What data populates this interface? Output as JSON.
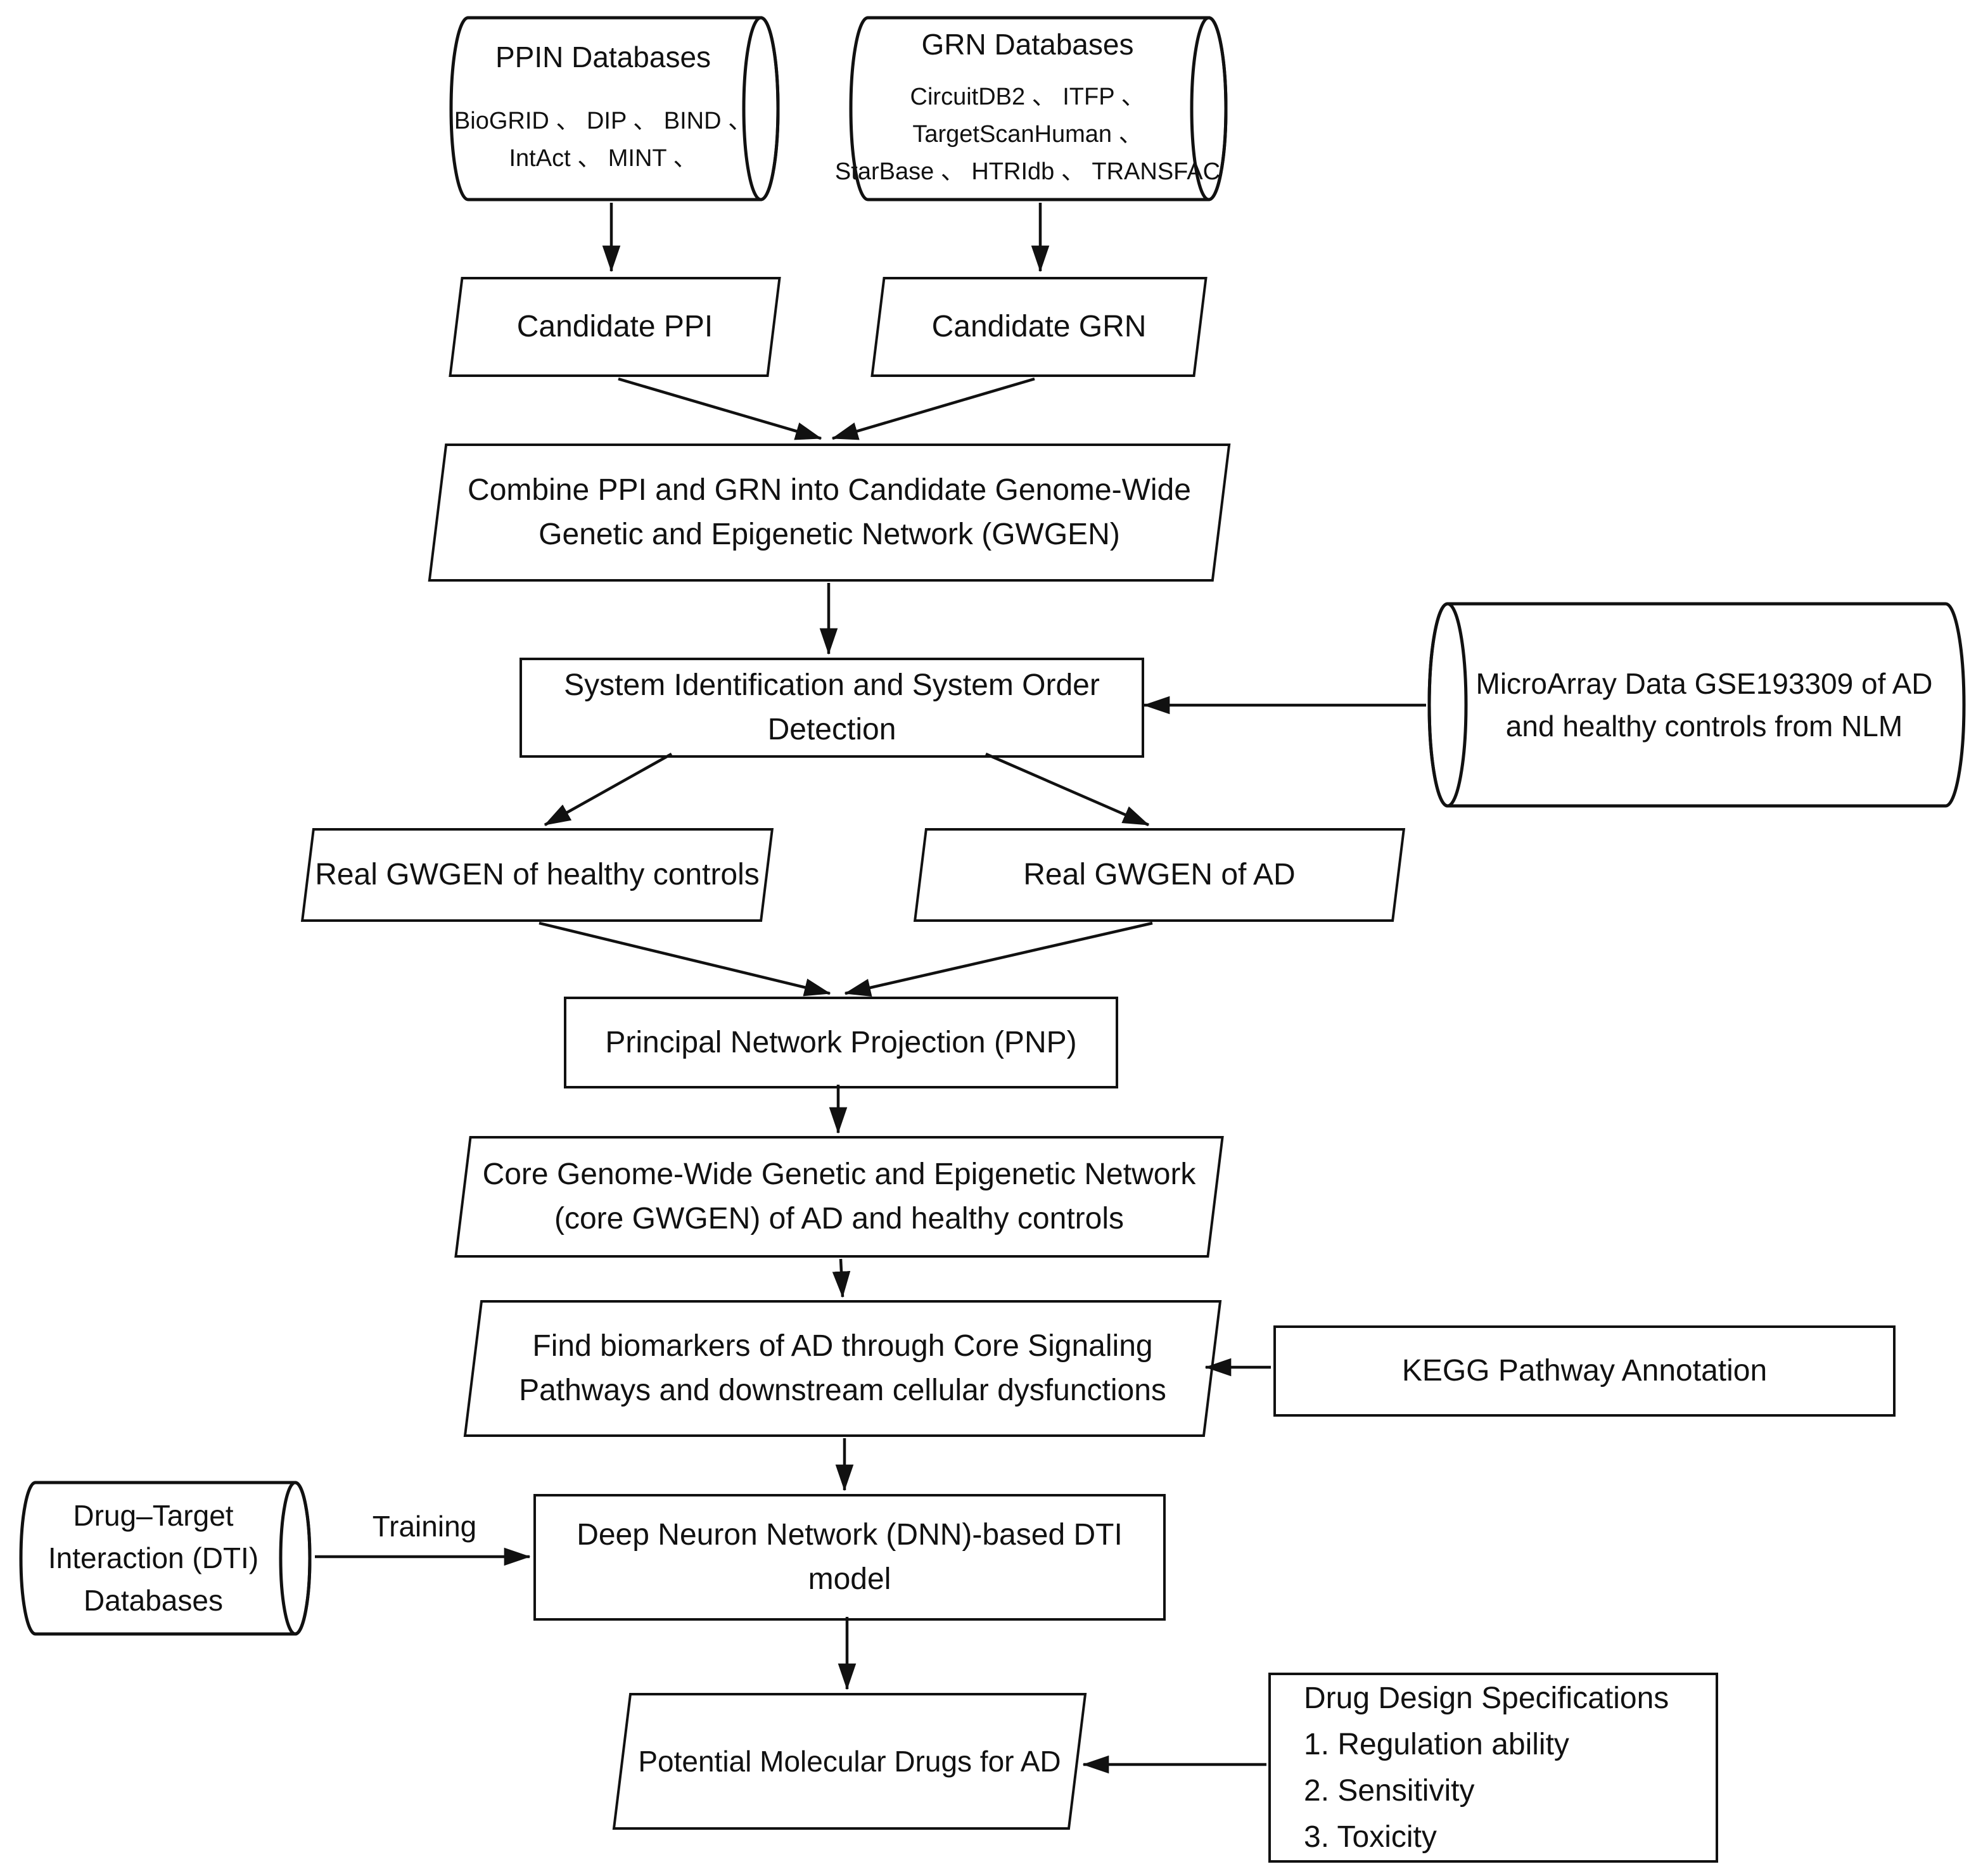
{
  "nodes": {
    "ppin_db": {
      "title": "PPIN Databases",
      "lines": [
        "BioGRID 、 DIP 、 BIND 、",
        "IntAct 、 MINT 、"
      ]
    },
    "grn_db": {
      "title": "GRN Databases",
      "lines": [
        "CircuitDB2 、 ITFP 、",
        "TargetScanHuman 、",
        "StarBase 、 HTRIdb 、 TRANSFAC"
      ]
    },
    "candidate_ppi": {
      "label": "Candidate PPI"
    },
    "candidate_grn": {
      "label": "Candidate GRN"
    },
    "combine": {
      "label": "Combine PPI and GRN into Candidate Genome-Wide Genetic and Epigenetic Network (GWGEN)"
    },
    "sysid": {
      "label": "System Identification and System Order Detection"
    },
    "microarray": {
      "label": "MicroArray Data GSE193309 of AD and healthy controls from NLM"
    },
    "real_healthy": {
      "label": "Real GWGEN of healthy controls"
    },
    "real_ad": {
      "label": "Real GWGEN of AD"
    },
    "pnp": {
      "label": "Principal Network Projection (PNP)"
    },
    "core_gwgen": {
      "label": "Core Genome-Wide Genetic and Epigenetic Network (core GWGEN) of AD and healthy controls"
    },
    "find_biomarkers": {
      "label": "Find biomarkers of AD through Core Signaling Pathways and downstream cellular dysfunctions"
    },
    "kegg": {
      "label": "KEGG Pathway Annotation"
    },
    "dti_db": {
      "label": "Drug–Target Interaction (DTI) Databases"
    },
    "dnn": {
      "label": "Deep Neuron Network (DNN)-based DTI model"
    },
    "potential_drugs": {
      "label": "Potential Molecular Drugs for AD"
    },
    "drug_specs": {
      "title": "Drug Design Specifications",
      "items": [
        "1. Regulation ability",
        "2. Sensitivity",
        "3. Toxicity"
      ]
    }
  },
  "edges": {
    "training_label": "Training"
  },
  "colors": {
    "stroke": "#111111",
    "background": "#ffffff",
    "text": "#111111"
  }
}
